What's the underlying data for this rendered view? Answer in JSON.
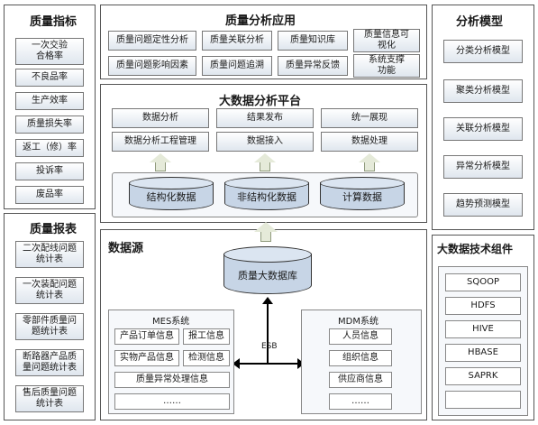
{
  "quality_metrics": {
    "title": "质量指标",
    "items": [
      "一次交验\n合格率",
      "不良品率",
      "生产效率",
      "质量损失率",
      "返工（修）率",
      "投诉率",
      "废品率"
    ]
  },
  "quality_reports": {
    "title": "质量报表",
    "items": [
      "二次配线问题\n统计表",
      "一次装配问题\n统计表",
      "零部件质量问\n题统计表",
      "断路器产品质\n量问题统计表",
      "售后质量问题\n统计表"
    ]
  },
  "quality_apps": {
    "title": "质量分析应用",
    "items": [
      "质量问题定性分析",
      "质量关联分析",
      "质量知识库",
      "质量信息可\n视化",
      "质量问题影响因素",
      "质量问题追溯",
      "质量异常反馈",
      "系统支撑\n功能"
    ]
  },
  "bigdata_platform": {
    "title": "大数据分析平台",
    "top_items": [
      "数据分析",
      "结果发布",
      "统一展现"
    ],
    "mid_items": [
      "数据分析工程管理",
      "数据接入",
      "数据处理"
    ],
    "cylinders": [
      "结构化数据",
      "非结构化数据",
      "计算数据"
    ]
  },
  "data_source": {
    "title": "数据源",
    "db_label": "质量大数据库",
    "esb_label": "ESB",
    "mes": {
      "title": "MES系统",
      "items": [
        "产品订单信息",
        "报工信息",
        "实物产品信息",
        "检测信息",
        "质量异常处理信息",
        "……"
      ]
    },
    "mdm": {
      "title": "MDM系统",
      "items": [
        "人员信息",
        "组织信息",
        "供应商信息",
        "……"
      ]
    }
  },
  "analysis_models": {
    "title": "分析模型",
    "items": [
      "分类分析模型",
      "聚类分析模型",
      "关联分析模型",
      "异常分析模型",
      "趋势预测模型"
    ]
  },
  "tech_components": {
    "title": "大数据技术组件",
    "items": [
      "SQOOP",
      "HDFS",
      "HIVE",
      "HBASE",
      "SAPRK",
      ""
    ]
  },
  "colors": {
    "box_fill": "#dfe6ee",
    "cylinder_fill": "#c7d5e6",
    "arrow_fill": "#e5ead9"
  }
}
